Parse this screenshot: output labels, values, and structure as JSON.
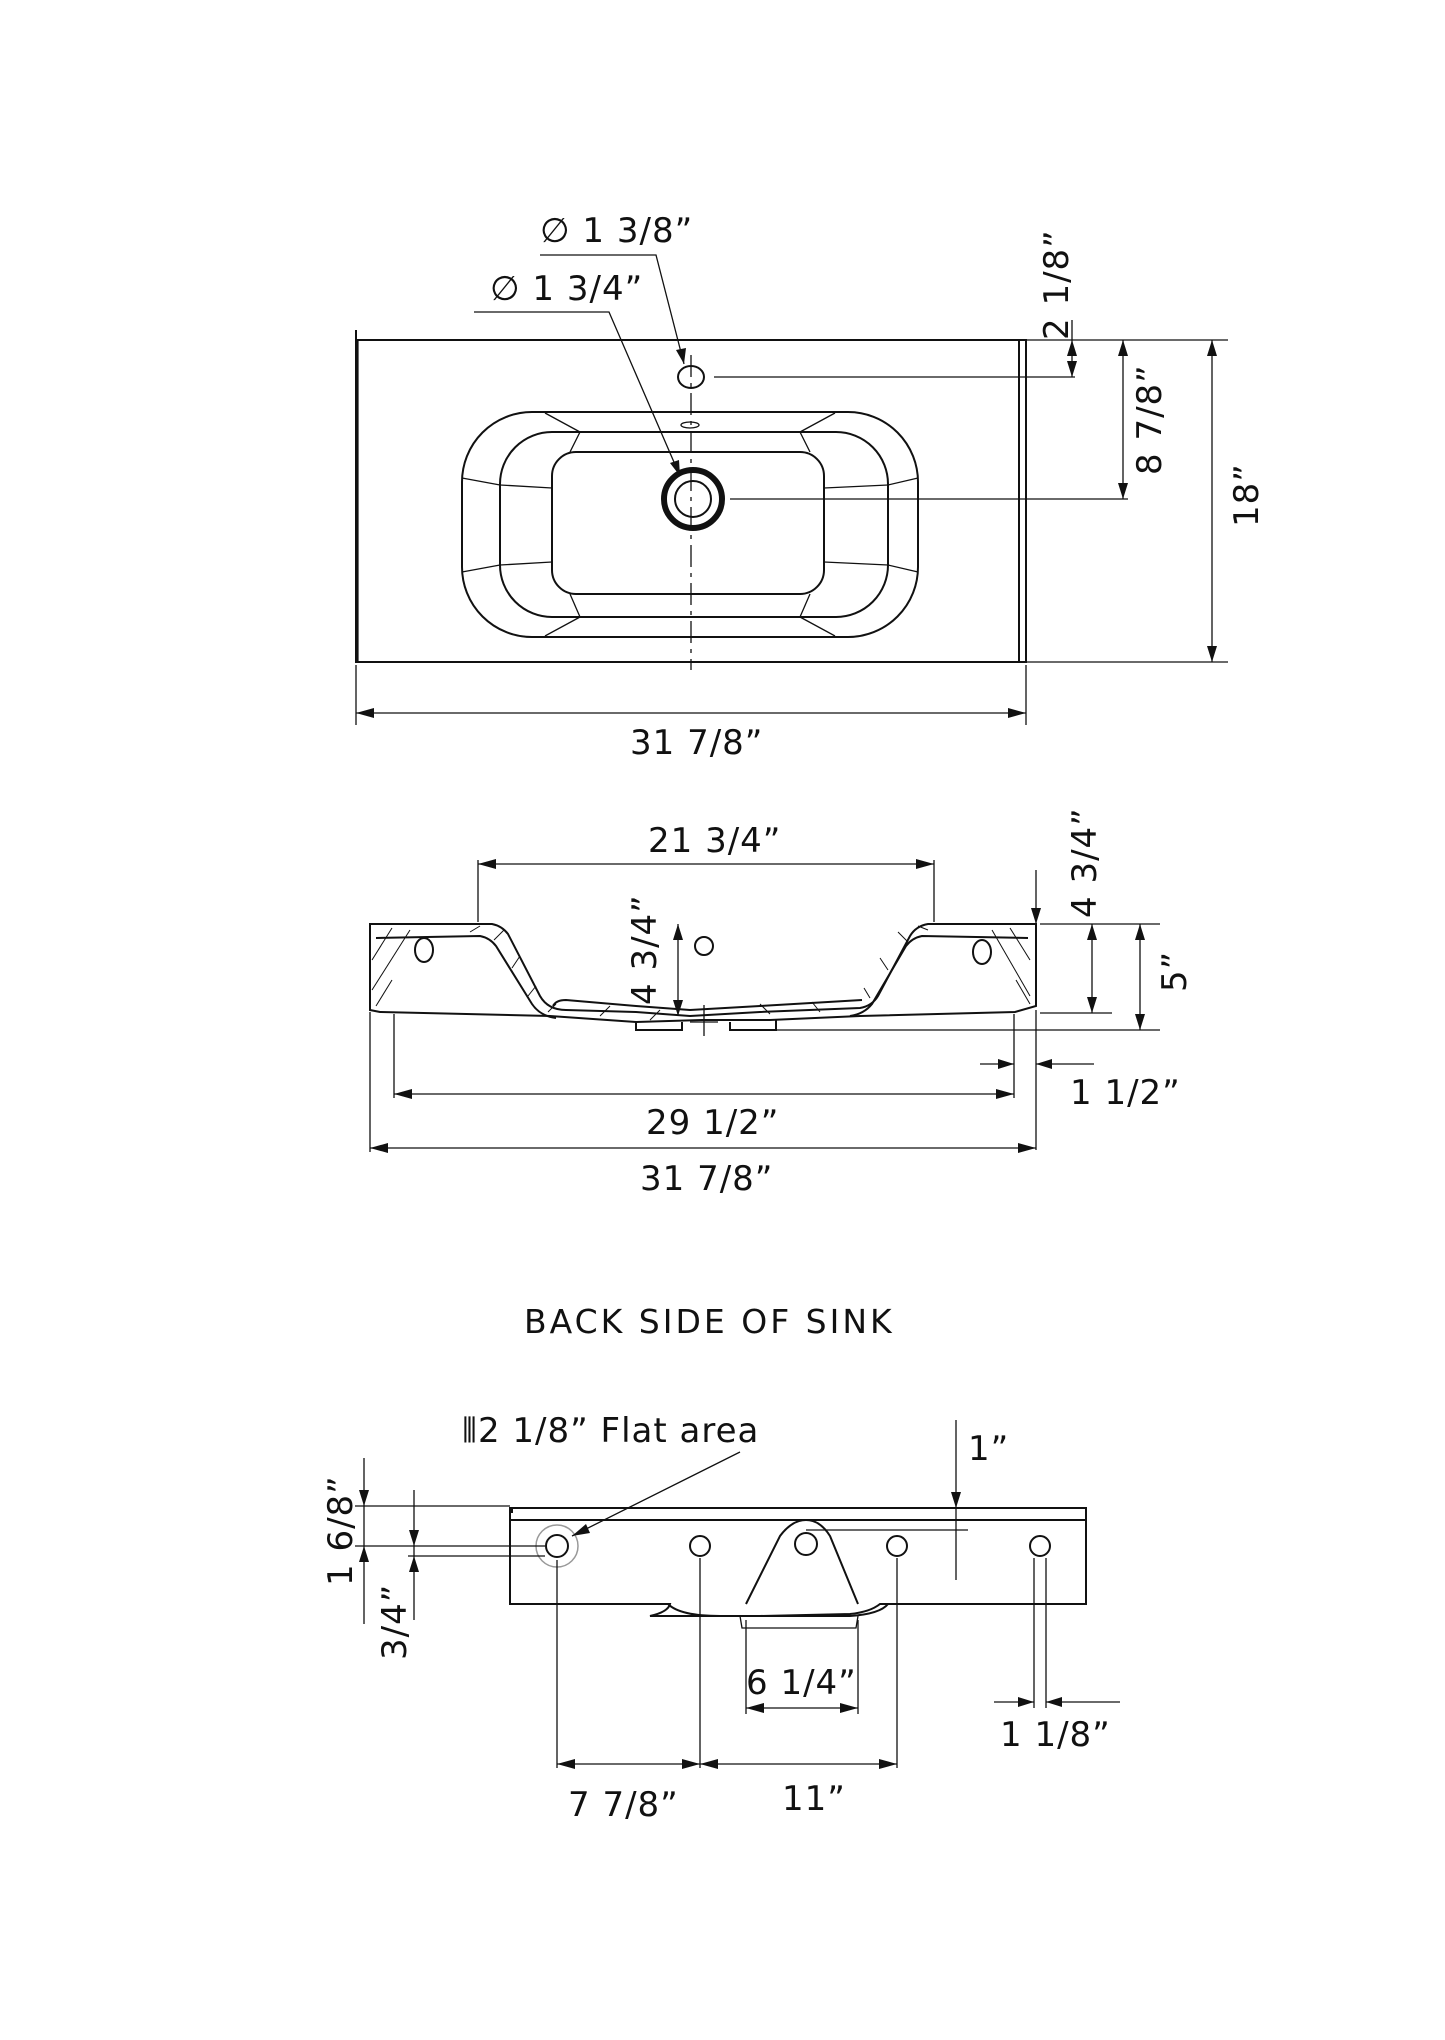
{
  "top_view": {
    "faucet_hole_diameter": "∅ 1 3/8”",
    "drain_diameter": "∅ 1 3/4”",
    "faucet_from_back": "2 1/8”",
    "drain_from_back": "8 7/8”",
    "depth": "18”",
    "width": "31 7/8”"
  },
  "section_view": {
    "bowl_width": "21 3/4”",
    "overall_height": "4 3/4”",
    "bowl_depth": "4 3/4”",
    "drain_height": "5”",
    "edge_thickness": "1 1/2”",
    "inner_width": "29 1/2”",
    "overall_width": "31 7/8”"
  },
  "back_view": {
    "title": "BACK SIDE OF SINK",
    "flat_area": "⦀2 1/8” Flat area",
    "top_offset": "1”",
    "height_left": "1 6/8”",
    "hole_offset": "3/4”",
    "bracket_width": "6 1/4”",
    "end_hole_spacing": "1 1/8”",
    "left_spacing": "7 7/8”",
    "center_spacing": "11”"
  }
}
